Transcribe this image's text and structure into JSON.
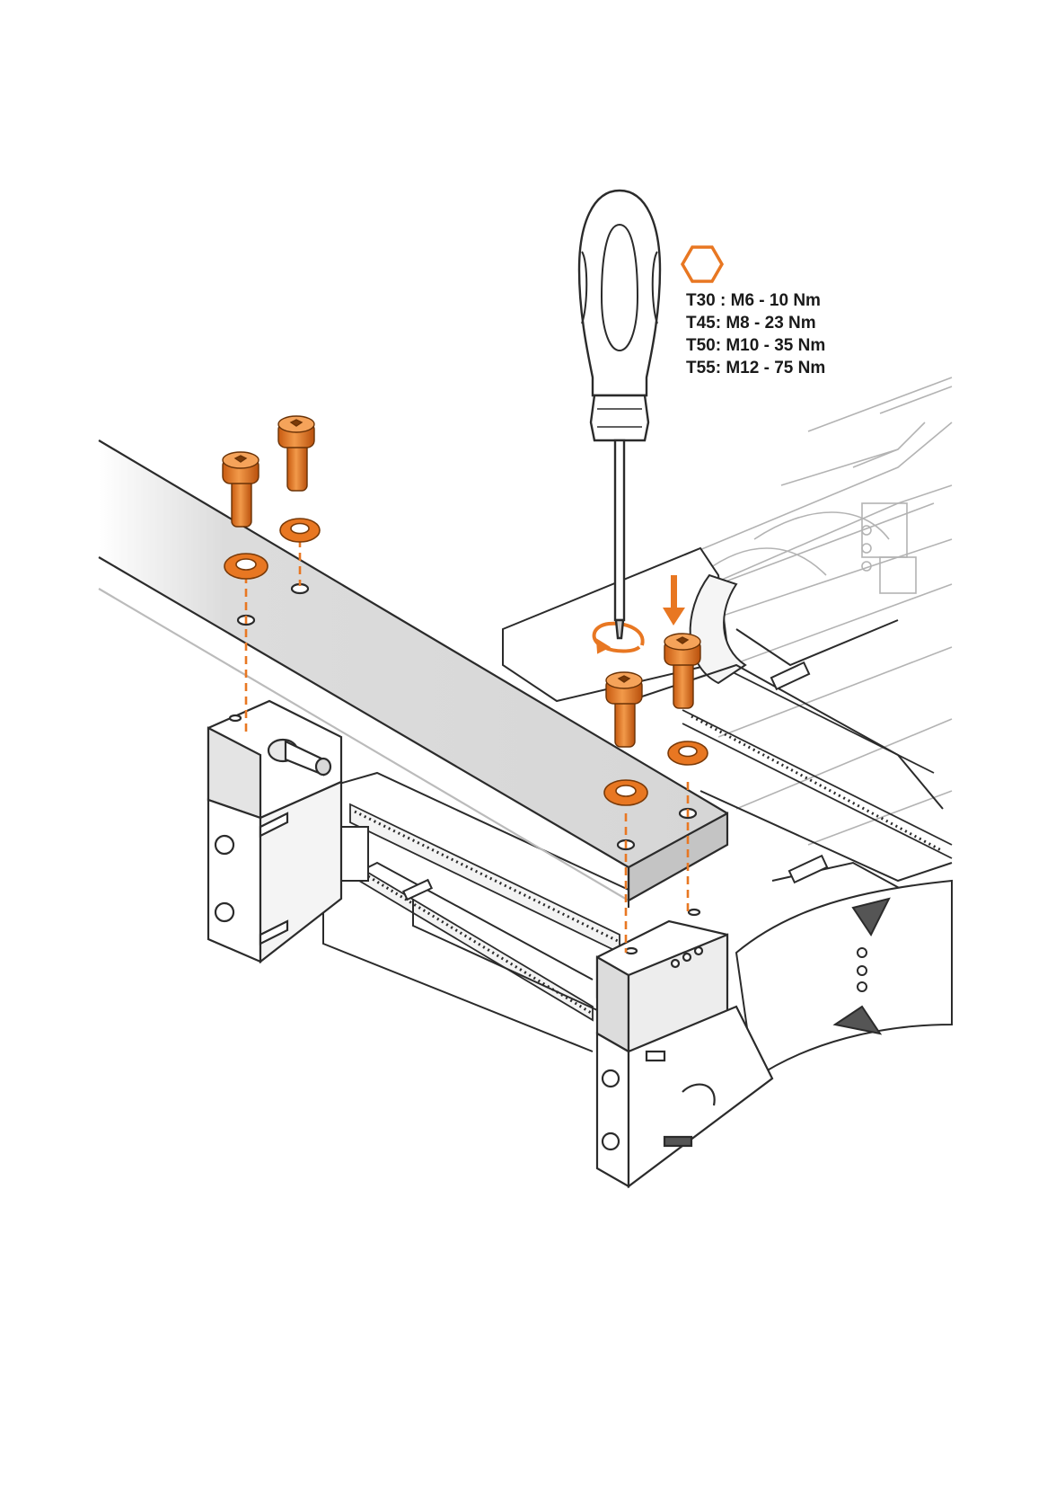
{
  "torque_table": {
    "icon": "torx-hexagon-icon",
    "rows": [
      "T30 : M6 - 10 Nm",
      "T45: M8 - 23 Nm",
      "T50: M10 - 35 Nm",
      "T55: M12 - 75 Nm"
    ]
  },
  "colors": {
    "accent": "#E87722",
    "line": "#2b2b2b",
    "bar_fill": "#d9d9d9",
    "bar_side": "#c4c4c4"
  }
}
